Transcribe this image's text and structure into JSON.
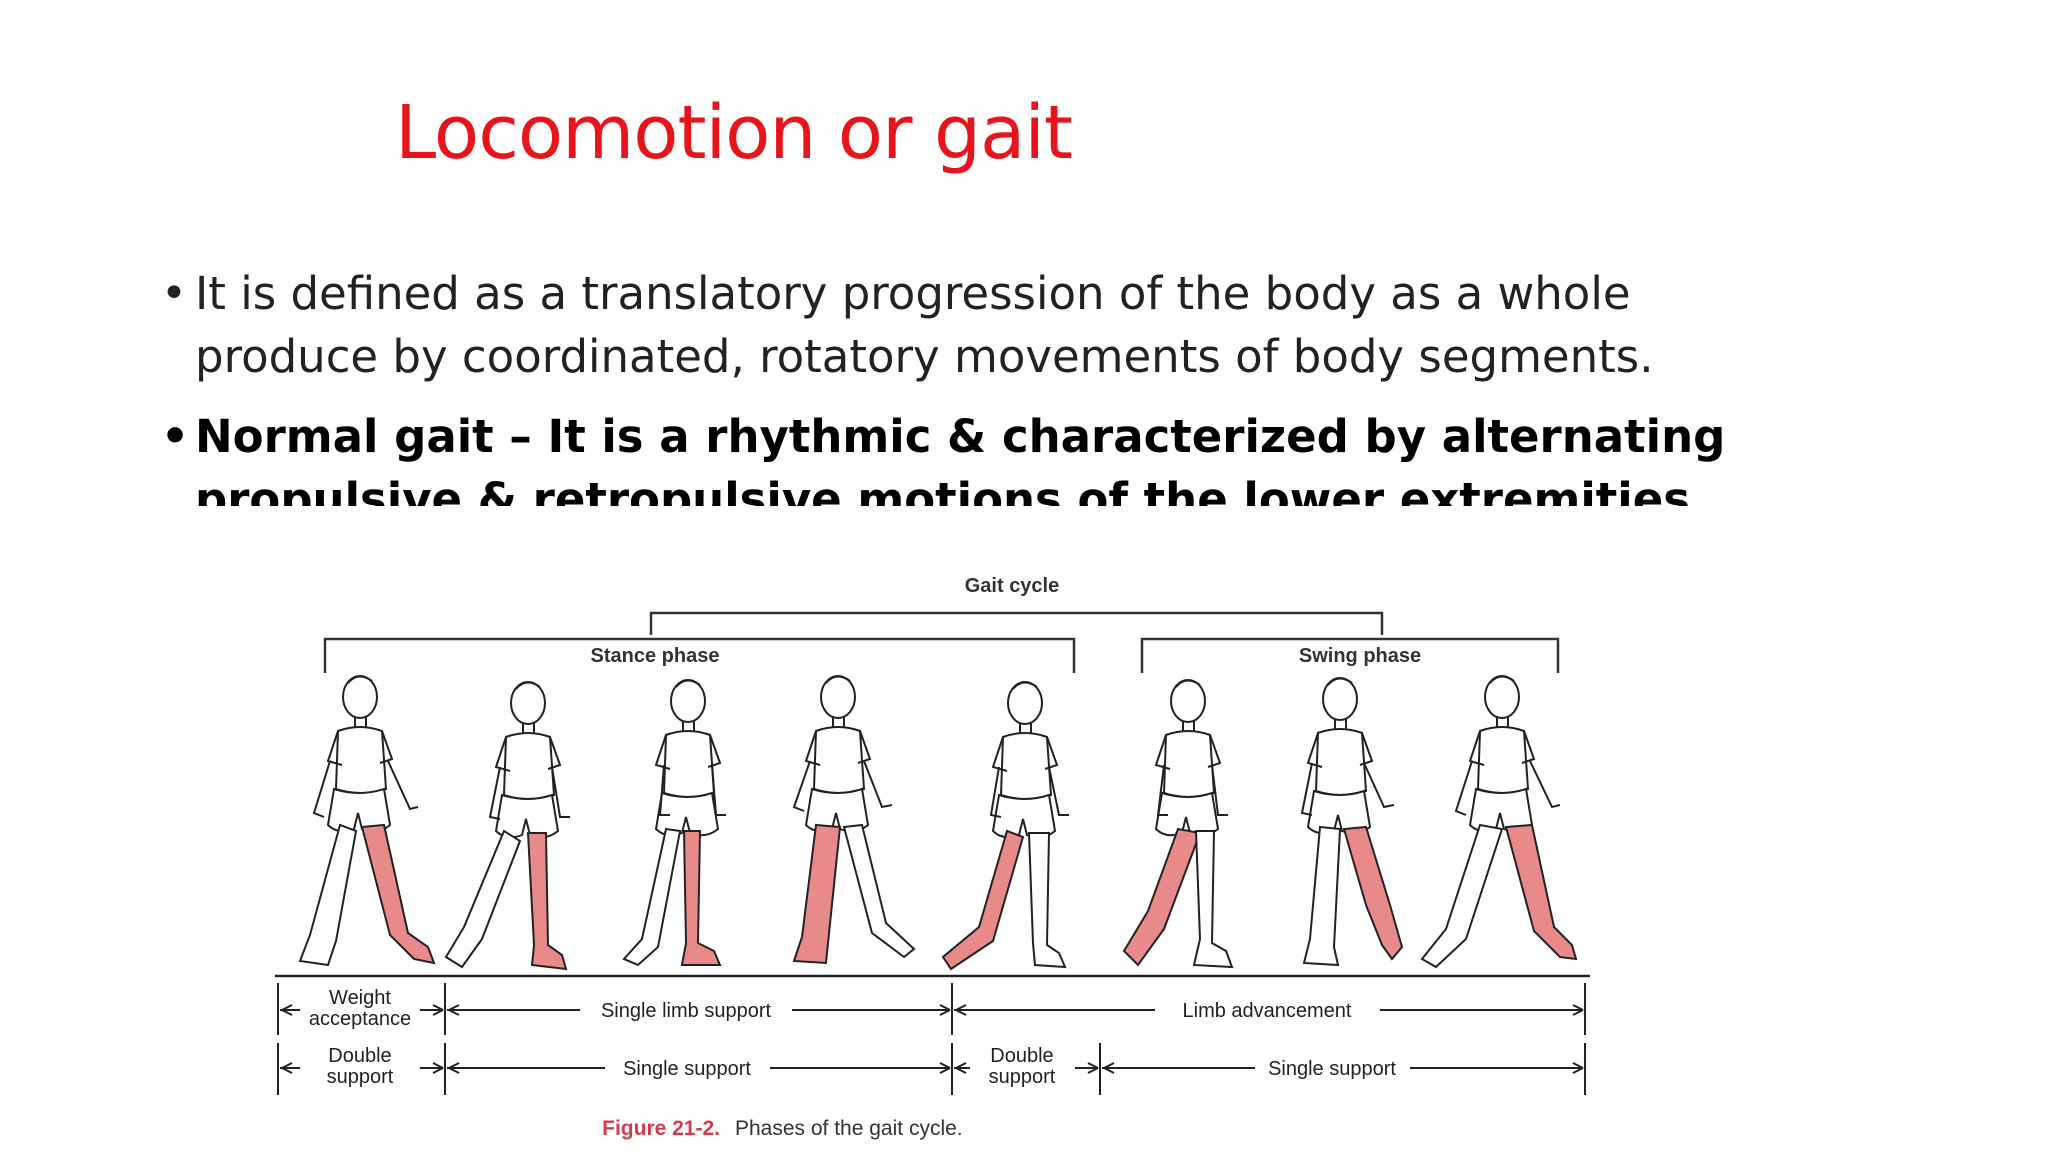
{
  "slide": {
    "title": "Locomotion or gait",
    "bullets": [
      {
        "text": "It is defined as a translatory progression of the body as a whole produce by coordinated, rotatory movements of body segments.",
        "bold": false
      },
      {
        "text": "Normal gait – It is a rhythmic & characterized by alternating propulsive & retropulsive motions of the lower extremities.",
        "bold": true
      }
    ]
  },
  "figure": {
    "gait_cycle_label": "Gait cycle",
    "stance_phase_label": "Stance phase",
    "swing_phase_label": "Swing phase",
    "row1": {
      "weight_acceptance": [
        "Weight",
        "acceptance"
      ],
      "single_limb_support": "Single limb support",
      "limb_advancement": "Limb advancement"
    },
    "row2": {
      "double_support_1": [
        "Double",
        "support"
      ],
      "single_support_1": "Single support",
      "double_support_2": [
        "Double",
        "support"
      ],
      "single_support_2": "Single support"
    },
    "caption_number": "Figure 21-2.",
    "caption_text": "Phases of the gait cycle.",
    "colors": {
      "highlight_leg": "#e98a8a",
      "caption_number": "#d33b4d",
      "title": "#e8141b"
    }
  }
}
